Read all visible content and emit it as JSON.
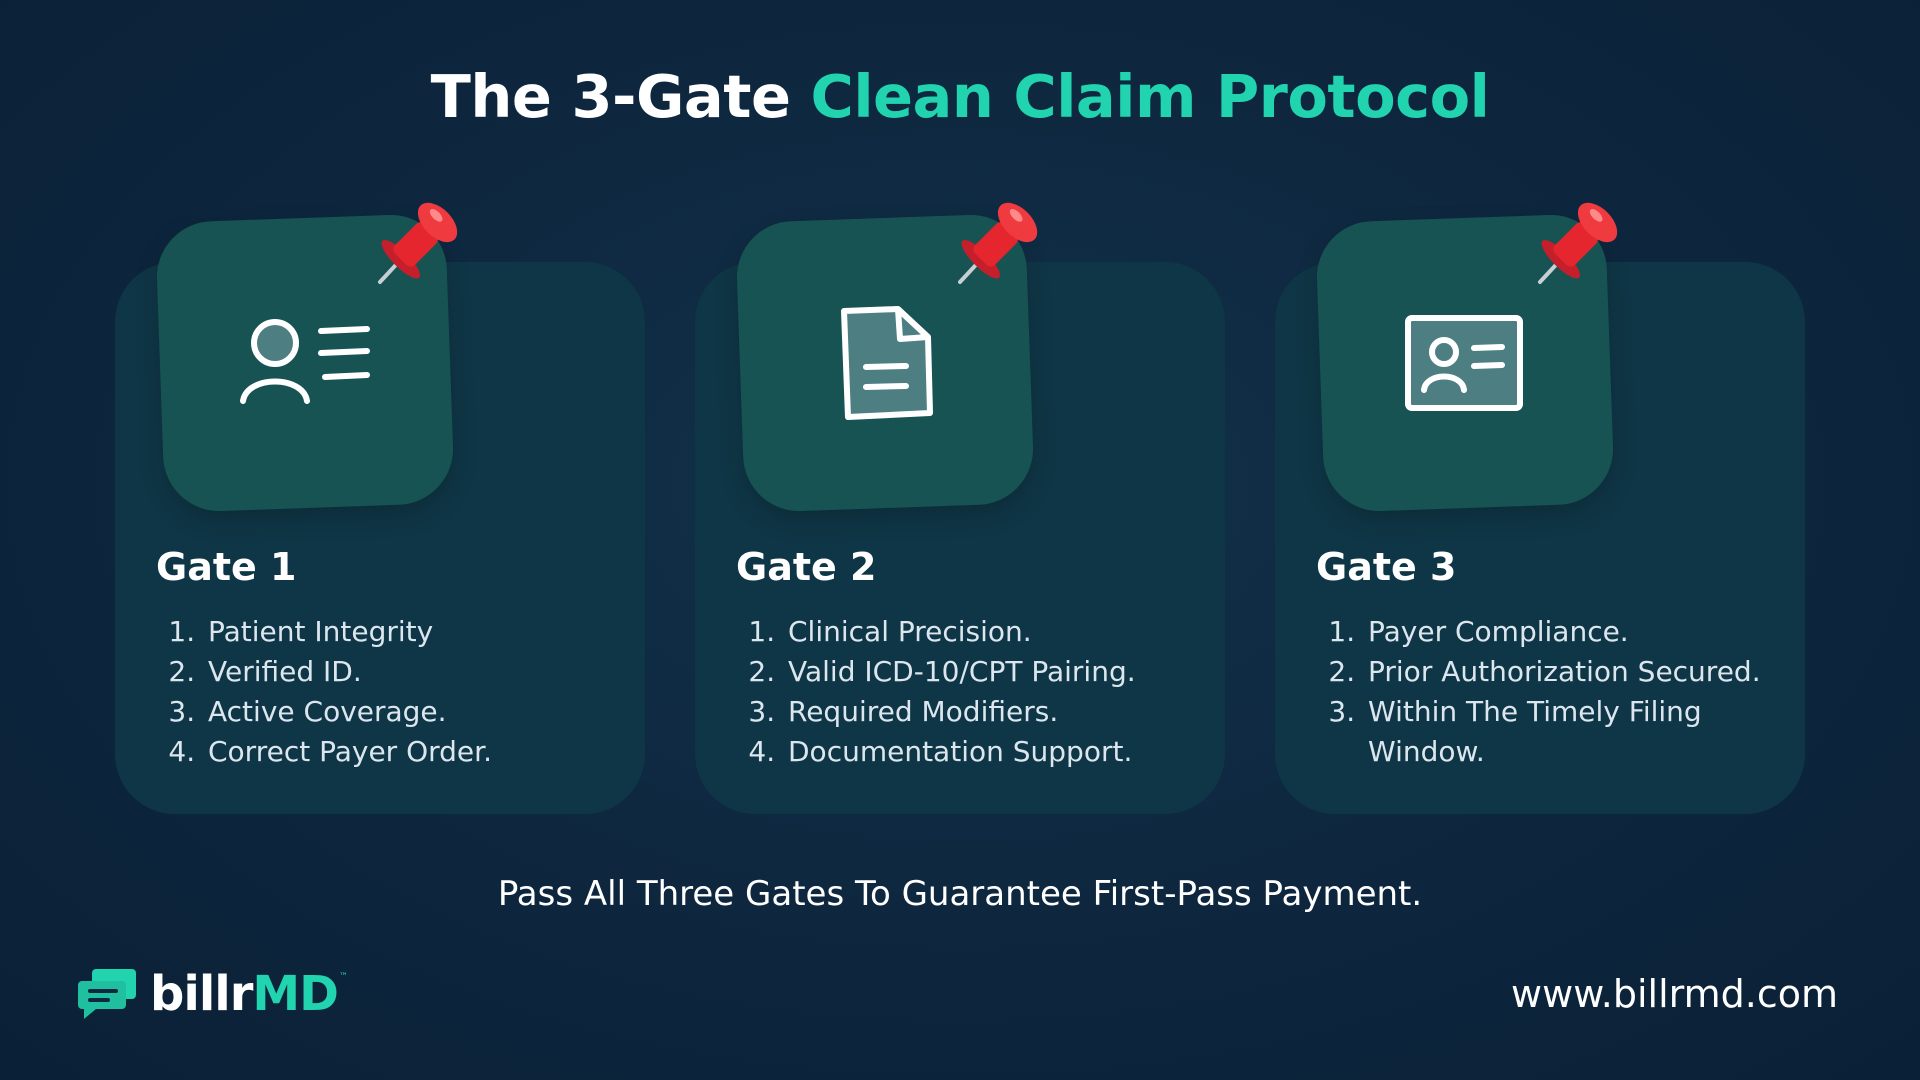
{
  "title": {
    "prefix": "The 3-Gate",
    "accent": "Clean Claim Protocol"
  },
  "gates": [
    {
      "title": "Gate 1",
      "icon": "user-profile-list-icon",
      "items": [
        "Patient Integrity",
        "Verified ID.",
        "Active Coverage.",
        "Correct Payer Order."
      ]
    },
    {
      "title": "Gate 2",
      "icon": "document-icon",
      "items": [
        "Clinical Precision.",
        "Valid ICD-10/CPT Pairing.",
        "Required Modifiers.",
        "Documentation Support."
      ]
    },
    {
      "title": "Gate 3",
      "icon": "id-card-icon",
      "items": [
        "Payer Compliance.",
        "Prior Authorization Secured.",
        "Within The Timely Filing Window."
      ]
    }
  ],
  "footer": {
    "tagline": "Pass All Three Gates To Guarantee First-Pass Payment.",
    "logo_prefix": "billr",
    "logo_accent": "MD",
    "logo_tm": "™",
    "website": "www.billrmd.com"
  },
  "colors": {
    "accent": "#22d3b0",
    "background": "#0d2740",
    "card": "#0f3646",
    "tile": "#175352",
    "pin": "#e5262f"
  }
}
